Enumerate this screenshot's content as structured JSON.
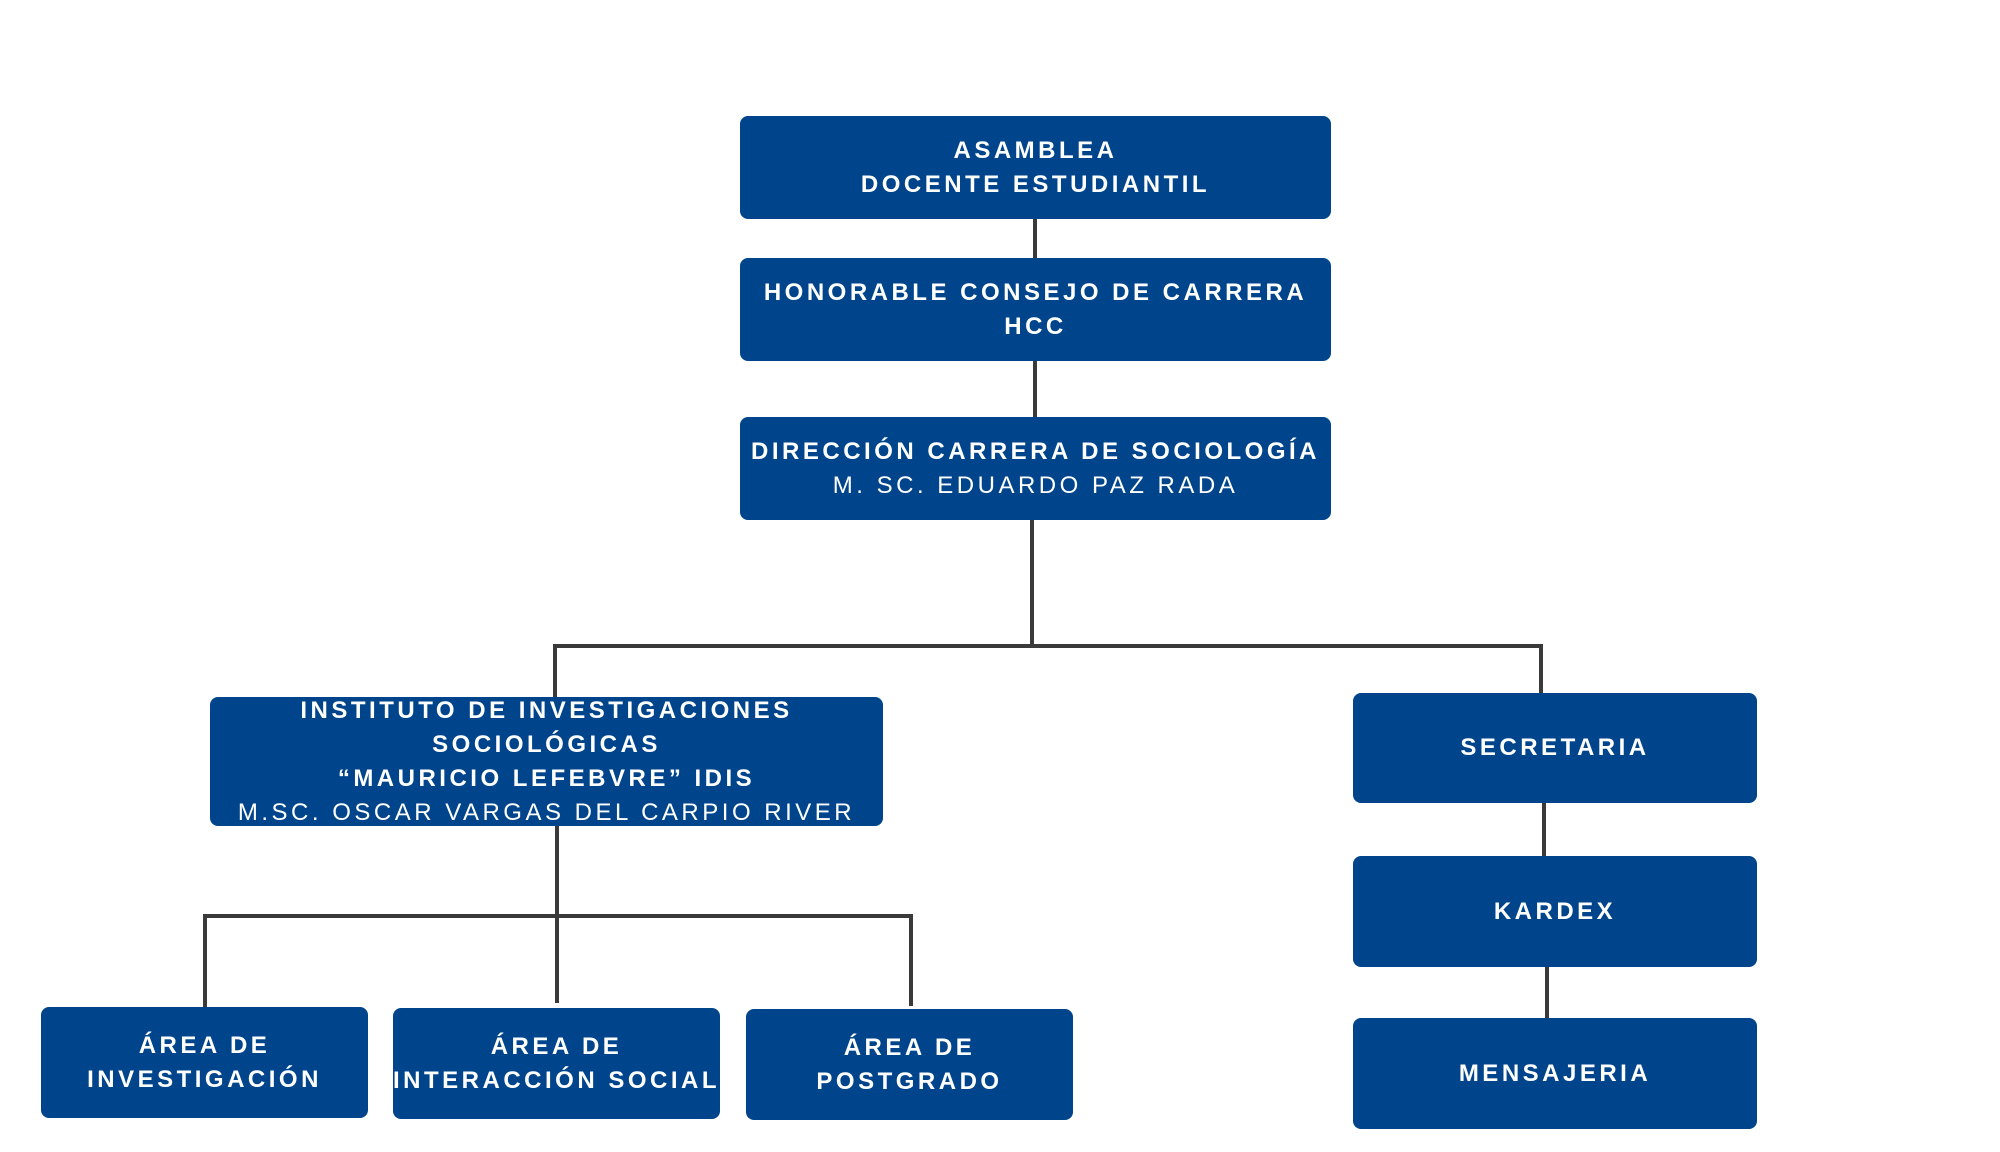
{
  "org_chart": {
    "asamblea": {
      "line1": "ASAMBLEA",
      "line2": "DOCENTE ESTUDIANTIL"
    },
    "hcc": {
      "line1": "HONORABLE CONSEJO DE CARRERA",
      "line2": "HCC"
    },
    "direccion": {
      "title": "DIRECCIÓN CARRERA DE SOCIOLOGÍA",
      "person": "M. SC. EDUARDO PAZ RADA"
    },
    "idis": {
      "line1": "INSTITUTO DE INVESTIGACIONES SOCIOLÓGICAS",
      "line2": "“MAURICIO LEFEBVRE” IDIS",
      "person": "M.SC. OSCAR VARGAS DEL CARPIO RIVER"
    },
    "area_investigacion": {
      "line1": "ÁREA DE",
      "line2": "INVESTIGACIÓN"
    },
    "area_interaccion": {
      "line1": "ÁREA DE",
      "line2": "INTERACCIÓN SOCIAL"
    },
    "area_postgrado": {
      "line1": "ÁREA DE",
      "line2": "POSTGRADO"
    },
    "secretaria": {
      "label": "SECRETARIA"
    },
    "kardex": {
      "label": "KARDEX"
    },
    "mensajeria": {
      "label": "MENSAJERIA"
    }
  },
  "colors": {
    "node_fill": "#00458c",
    "node_text": "#ffffff",
    "connector": "#3a3a3a"
  }
}
